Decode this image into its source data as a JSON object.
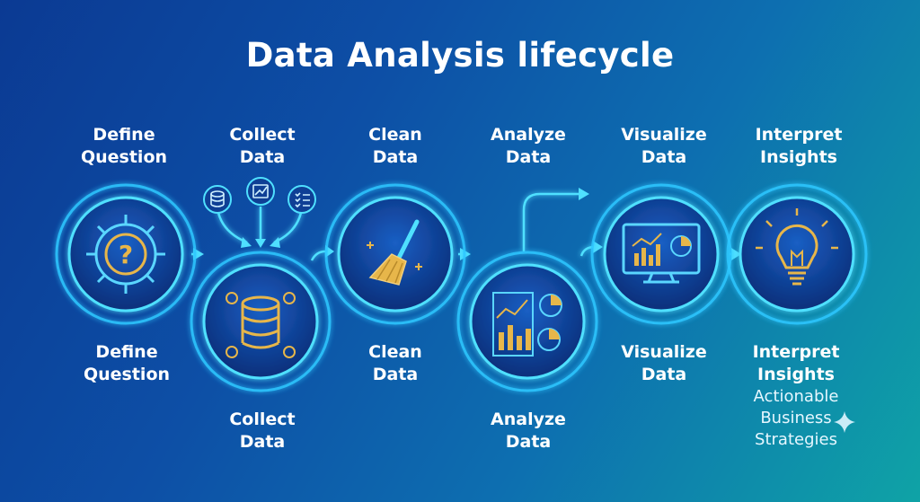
{
  "title": "Data Analysis lifecycle",
  "top_labels": [
    {
      "l1": "Define",
      "l2": "Question"
    },
    {
      "l1": "Collect",
      "l2": "Data"
    },
    {
      "l1": "Clean",
      "l2": "Data"
    },
    {
      "l1": "Analyze",
      "l2": "Data"
    },
    {
      "l1": "Visualize",
      "l2": "Data"
    },
    {
      "l1": "Interpret",
      "l2": "Insights"
    }
  ],
  "bottom_labels": [
    {
      "l1": "Define",
      "l2": "Question"
    },
    {
      "l1": "Collect",
      "l2": "Data"
    },
    {
      "l1": "Clean",
      "l2": "Data"
    },
    {
      "l1": "Analyze",
      "l2": "Data"
    },
    {
      "l1": "Visualize",
      "l2": "Data"
    },
    {
      "l1": "Interpret",
      "l2": "Insights"
    }
  ],
  "final_note": {
    "l1": "Actionable",
    "l2": "Business",
    "l3": "Strategies"
  },
  "icons": [
    "question-gear-icon",
    "database-icon",
    "broom-icon",
    "analytics-charts-icon",
    "monitor-chart-icon",
    "lightbulb-icon"
  ],
  "colors": {
    "ring": "#4fe0ff",
    "accent_gold": "#e7b64a"
  }
}
